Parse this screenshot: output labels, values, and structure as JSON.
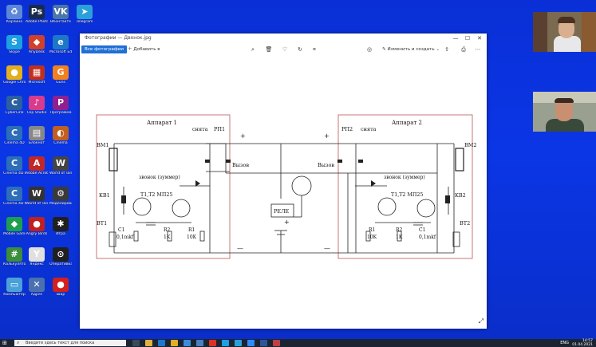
{
  "desktop": {
    "icons": [
      {
        "col": 0,
        "label": "Корзина",
        "icon": "recycle-bin-icon",
        "color": "#5b87d6",
        "glyph": "♻"
      },
      {
        "col": 0,
        "label": "Skype",
        "icon": "skype-icon",
        "color": "#1ca0e0",
        "glyph": "S"
      },
      {
        "col": 0,
        "label": "Google Chrome",
        "icon": "chrome-icon",
        "color": "#e0b020",
        "glyph": "●"
      },
      {
        "col": 0,
        "label": "CyberLink",
        "icon": "cyberlink-icon",
        "color": "#2a5fa0",
        "glyph": "C"
      },
      {
        "col": 0,
        "label": "Cinema 4D",
        "icon": "cinema4d-icon",
        "color": "#2c6fb8",
        "glyph": "C"
      },
      {
        "col": 0,
        "label": "Cinema 4D R21",
        "icon": "cinema4d-r21-icon",
        "color": "#2c6fb8",
        "glyph": "C"
      },
      {
        "col": 0,
        "label": "Cinema 4D R20",
        "icon": "cinema4d-r20-icon",
        "color": "#2c6fb8",
        "glyph": "C"
      },
      {
        "col": 0,
        "label": "Mobile Game",
        "icon": "game-icon",
        "color": "#1e9e50",
        "glyph": "◆"
      },
      {
        "col": 0,
        "label": "Калькулятор",
        "icon": "calculator-icon",
        "color": "#3c8d3c",
        "glyph": "#"
      },
      {
        "col": 0,
        "label": "Компьютер",
        "icon": "computer-icon",
        "color": "#4aa0d8",
        "glyph": "▭"
      },
      {
        "col": 1,
        "label": "Adobe Photoshop",
        "icon": "photoshop-icon",
        "color": "#1a2a4a",
        "glyph": "Ps"
      },
      {
        "col": 1,
        "label": "AnyDesk",
        "icon": "anydesk-icon",
        "color": "#d0402a",
        "glyph": "◆"
      },
      {
        "col": 1,
        "label": "Microsoft",
        "icon": "microsoft-icon",
        "color": "#c03020",
        "glyph": "▦"
      },
      {
        "col": 1,
        "label": "Clip Studio",
        "icon": "clip-studio-icon",
        "color": "#d83a8c",
        "glyph": "♪"
      },
      {
        "col": 1,
        "label": "Блокнот",
        "icon": "notepad-icon",
        "color": "#888",
        "glyph": "▤"
      },
      {
        "col": 1,
        "label": "Adobe Acrobat",
        "icon": "acrobat-icon",
        "color": "#c02828",
        "glyph": "A"
      },
      {
        "col": 1,
        "label": "World of Tanks",
        "icon": "wot-icon",
        "color": "#333",
        "glyph": "W"
      },
      {
        "col": 1,
        "label": "Angry Birds",
        "icon": "angry-birds-icon",
        "color": "#c02020",
        "glyph": "●"
      },
      {
        "col": 1,
        "label": "Яндекс",
        "icon": "yandex-icon",
        "color": "#e0e0e0",
        "glyph": "Y"
      },
      {
        "col": 1,
        "label": "Адрес",
        "icon": "map-icon",
        "color": "#4a70b0",
        "glyph": "✕"
      },
      {
        "col": 2,
        "label": "ВКонтакте",
        "icon": "vk-icon",
        "color": "#4a76a8",
        "glyph": "VK"
      },
      {
        "col": 2,
        "label": "Microsoft Edge",
        "icon": "edge-icon",
        "color": "#1e78c8",
        "glyph": "e"
      },
      {
        "col": 2,
        "label": "Guns",
        "icon": "g-icon",
        "color": "#f08020",
        "glyph": "G"
      },
      {
        "col": 2,
        "label": "Программа",
        "icon": "program-icon",
        "color": "#902090",
        "glyph": "P"
      },
      {
        "col": 2,
        "label": "Cinema",
        "icon": "cinema-icon",
        "color": "#c06020",
        "glyph": "◐"
      },
      {
        "col": 2,
        "label": "World of Tanks Blitz",
        "icon": "wot-blitz-icon",
        "color": "#444",
        "glyph": "W"
      },
      {
        "col": 2,
        "label": "Моделирование",
        "icon": "modeling-icon",
        "color": "#3a3a3a",
        "glyph": "⚙"
      },
      {
        "col": 2,
        "label": "Игра",
        "icon": "game2-icon",
        "color": "#202020",
        "glyph": "✱"
      },
      {
        "col": 2,
        "label": "Оперативка",
        "icon": "ops-icon",
        "color": "#202020",
        "glyph": "⊙"
      },
      {
        "col": 2,
        "label": "Шар",
        "icon": "ball-icon",
        "color": "#d02020",
        "glyph": "●"
      },
      {
        "col": 3,
        "label": "Telegram",
        "icon": "telegram-icon",
        "color": "#2aa0da",
        "glyph": "➤"
      }
    ]
  },
  "window": {
    "title": "Фотографии — Двонок.jpg",
    "controls": {
      "minimize": "—",
      "maximize": "☐",
      "close": "✕"
    },
    "toolbar": {
      "all_photos": "Все фотографии",
      "add_to": "Добавить в",
      "edit_create": "Изменить и создать",
      "share": "Отправить"
    }
  },
  "schematic": {
    "left_title": "Аппарат 1",
    "right_title": "Аппарат 2",
    "left_relay": "РП1",
    "right_relay": "РП2",
    "removed": "снята",
    "call": "Вызов",
    "plus": "+",
    "minus": "—",
    "bm1": "BM1",
    "bm2": "BM2",
    "kb1": "KB1",
    "kb2": "KB2",
    "bt1": "BT1",
    "bt2": "BT2",
    "buzzer": "звонок (зуммер)",
    "transistors": "T1,T2 MП25",
    "c1": "C1",
    "c1_value": "0,1mkf",
    "r2": "R2",
    "r2_value": "1K",
    "r1": "R1",
    "r1_value": "10K",
    "relay": "РЕЛЕ"
  },
  "taskbar": {
    "search_placeholder": "Введите здесь текст для поиска",
    "lang": "ENG",
    "time": "14:57",
    "date": "01.04.2021"
  }
}
